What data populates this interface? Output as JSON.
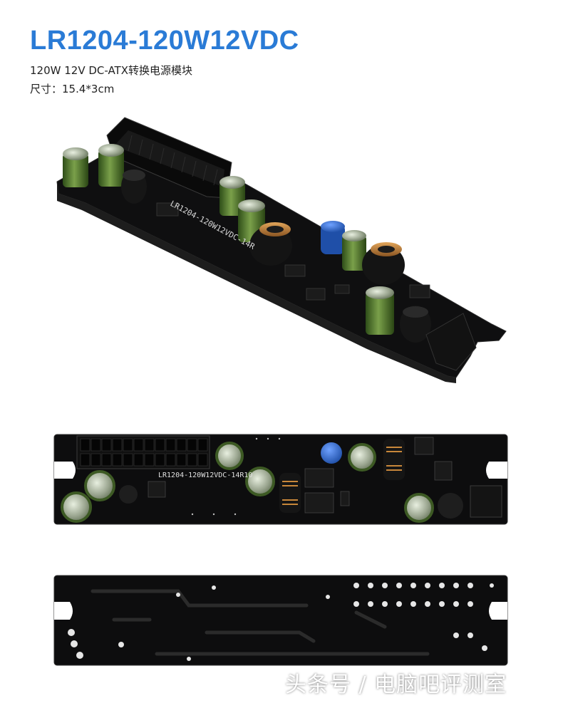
{
  "header": {
    "title": "LR1204-120W12VDC",
    "subtitle": "120W 12V DC-ATX转换电源模块",
    "size_label": "尺寸：15.4*3cm"
  },
  "boards": {
    "angled_view_silkscreen": "LR1204-120W12VDC-14R",
    "top_view_silkscreen": "LR1204-120W12VDC-14R10"
  },
  "watermark": "头条号 / 电脑吧评测室",
  "colors": {
    "title_blue": "#2a7bd6",
    "pcb_black": "#111111",
    "capacitor_green": "#4e7a2e",
    "pot_blue": "#2e63b8",
    "copper": "#c8873a"
  }
}
